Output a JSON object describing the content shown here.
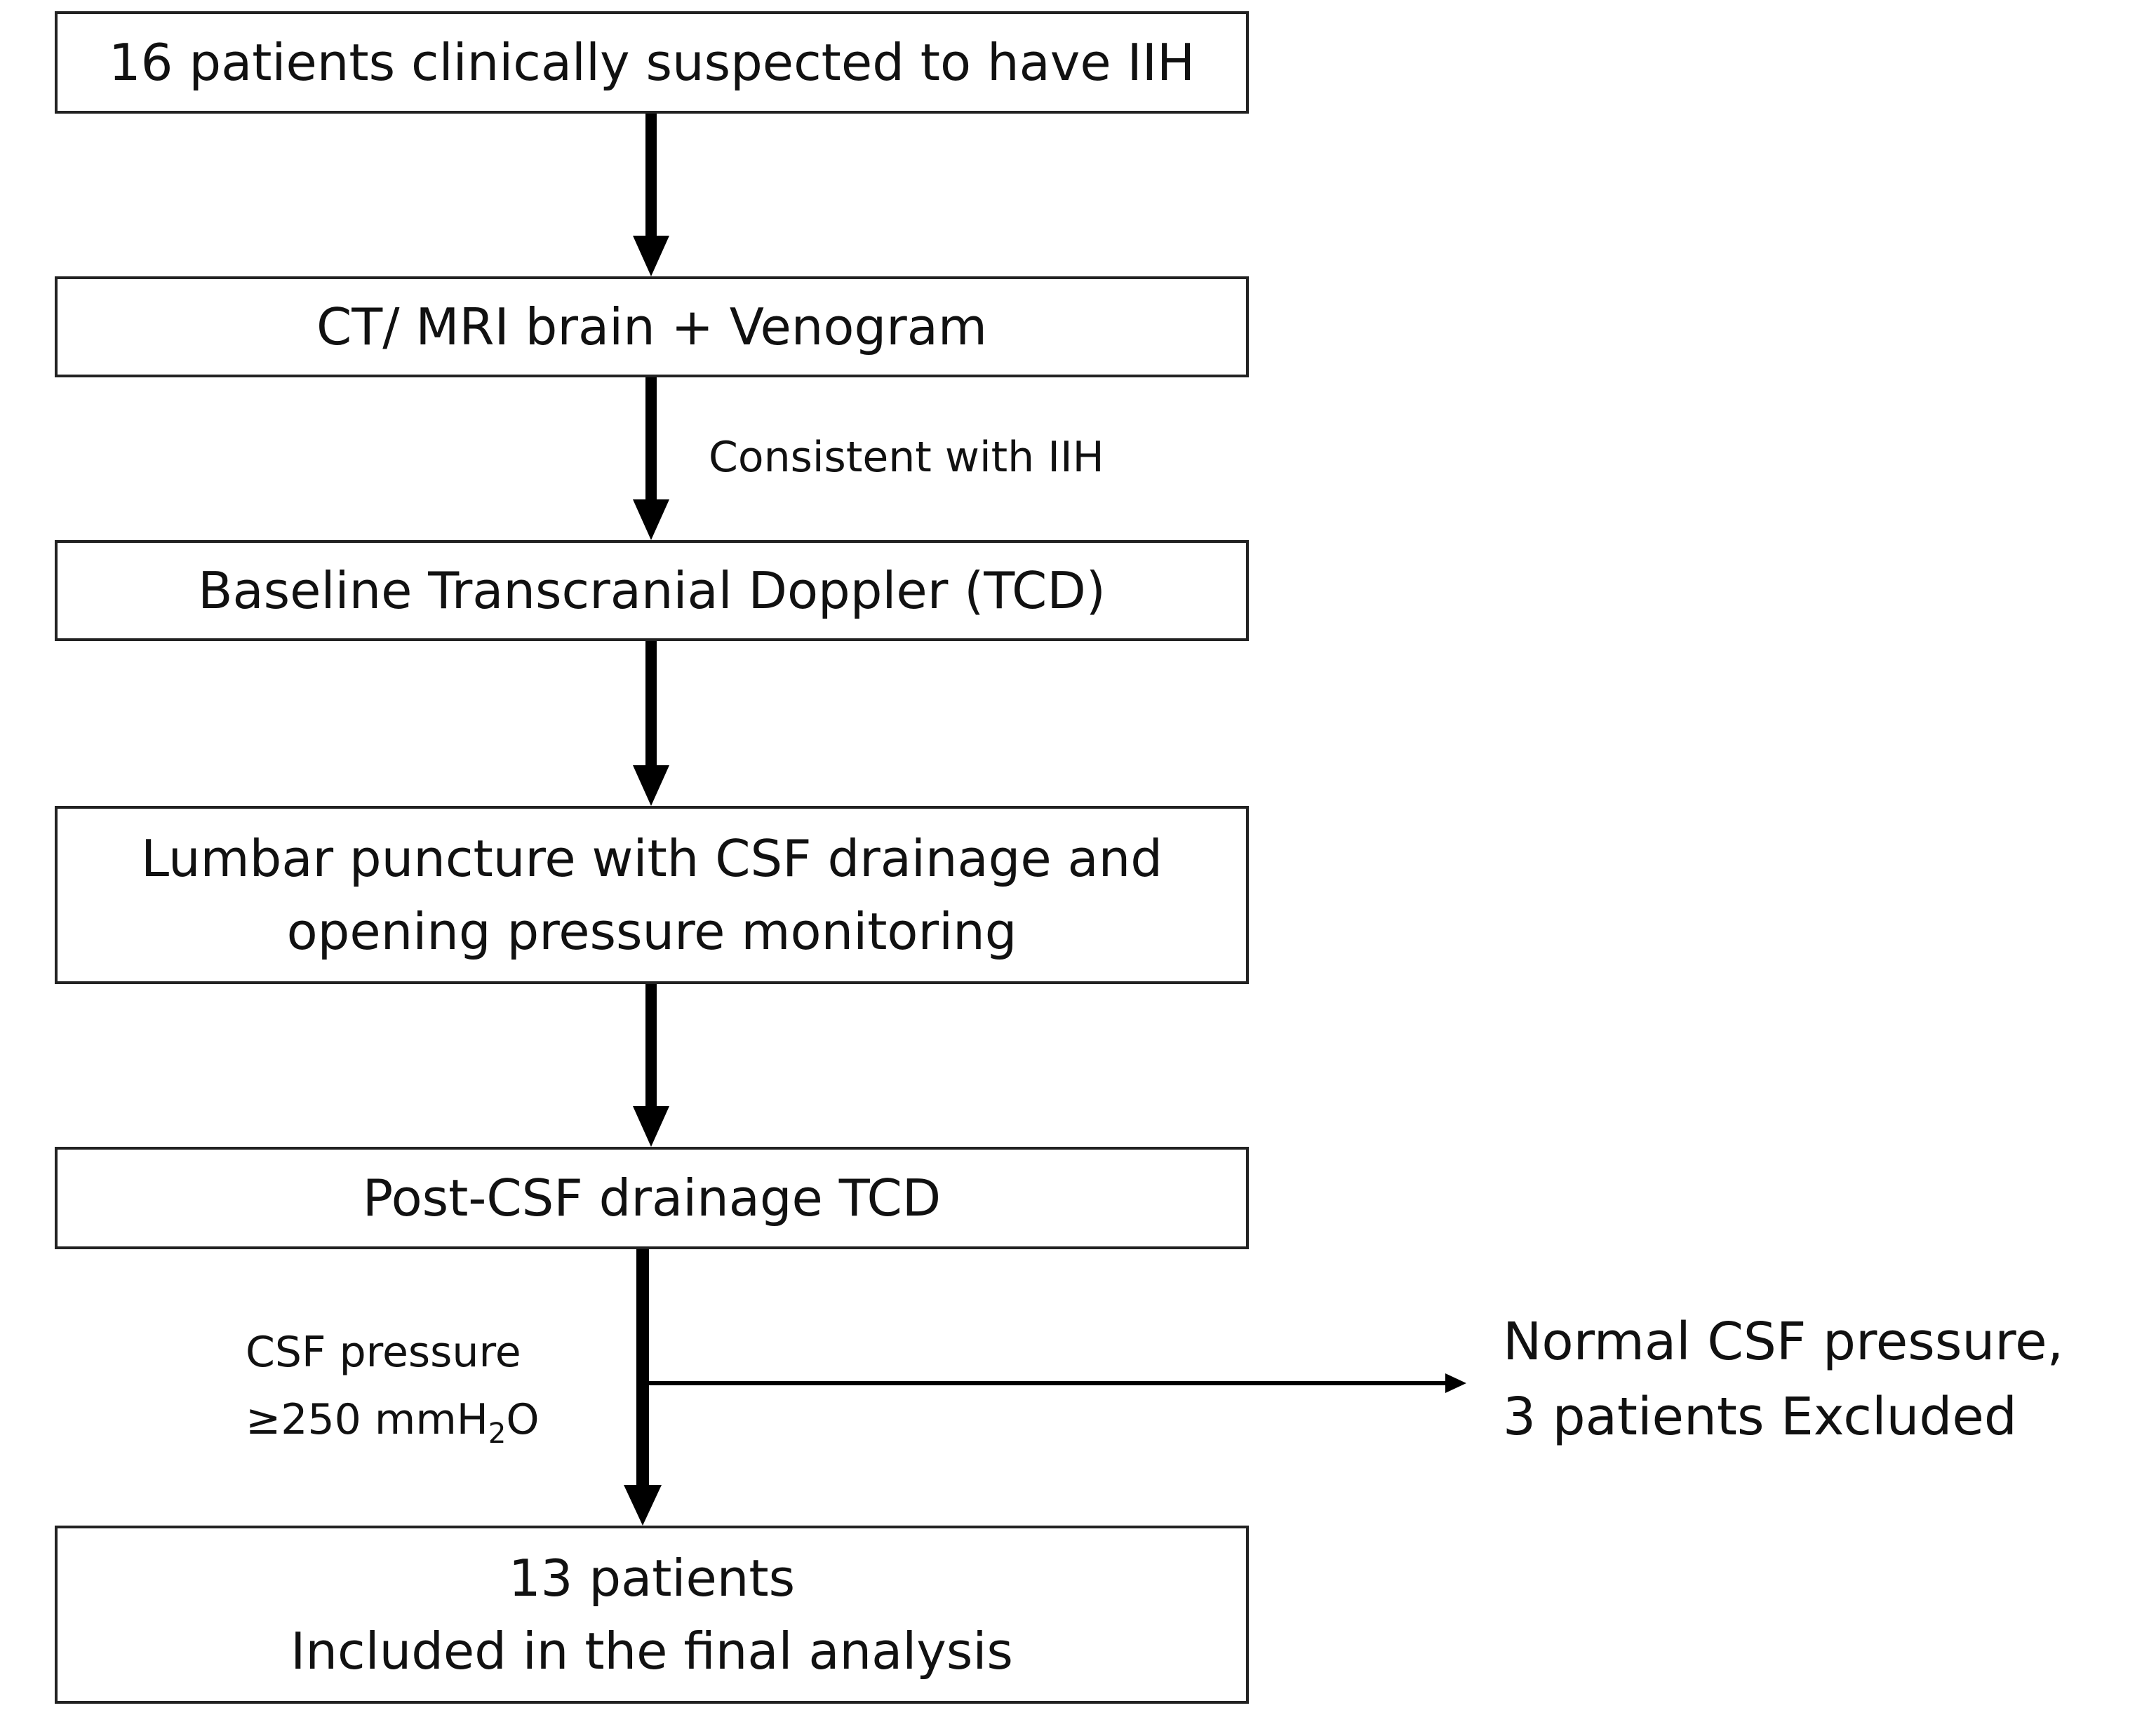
{
  "flowchart": {
    "steps": [
      {
        "lines": [
          "16 patients clinically suspected to have IIH"
        ]
      },
      {
        "lines": [
          "CT/ MRI brain + Venogram"
        ]
      },
      {
        "lines": [
          "Baseline Transcranial Doppler (TCD)"
        ]
      },
      {
        "lines": [
          "Lumbar puncture with CSF drainage and",
          "opening pressure monitoring"
        ]
      },
      {
        "lines": [
          "Post-CSF drainage TCD"
        ]
      },
      {
        "lines": [
          "13 patients",
          "Included in the final analysis"
        ]
      }
    ],
    "edge_labels": {
      "consistent": "Consistent with IIH",
      "csf_pressure_line1": "CSF pressure",
      "csf_pressure_line2_prefix": "≥250 mmH",
      "csf_pressure_line2_sub": "2",
      "csf_pressure_line2_suffix": "O"
    },
    "excluded": {
      "lines": [
        "Normal CSF pressure,",
        "3 patients Excluded"
      ]
    }
  }
}
